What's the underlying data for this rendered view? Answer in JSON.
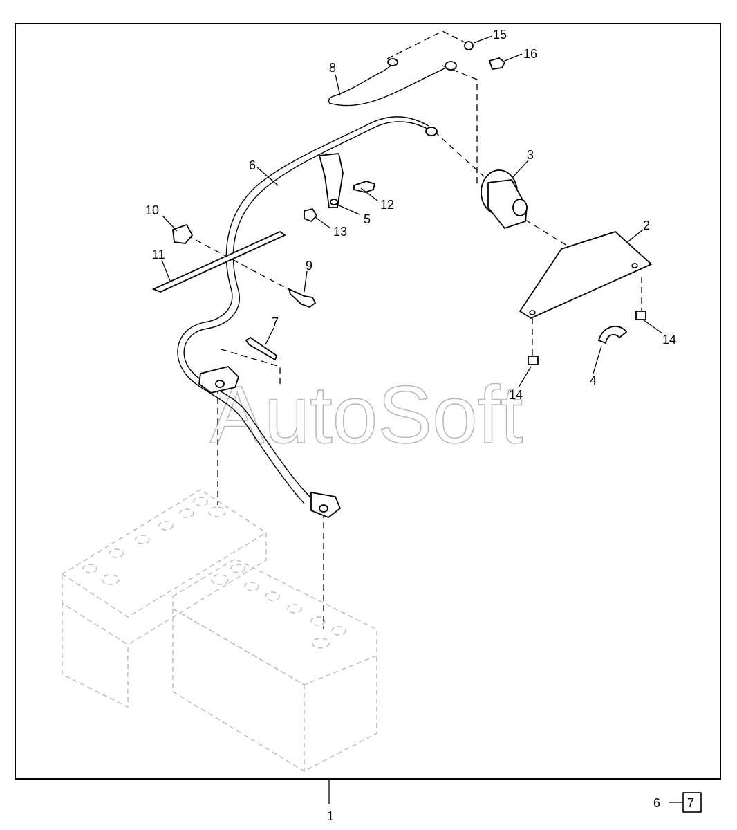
{
  "watermark": "AutoSoft",
  "callouts": [
    "1",
    "2",
    "3",
    "4",
    "5",
    "6",
    "7",
    "8",
    "9",
    "10",
    "11",
    "12",
    "13",
    "14",
    "14",
    "15",
    "16"
  ],
  "page_ref": {
    "page": "6",
    "sheet": "7"
  }
}
